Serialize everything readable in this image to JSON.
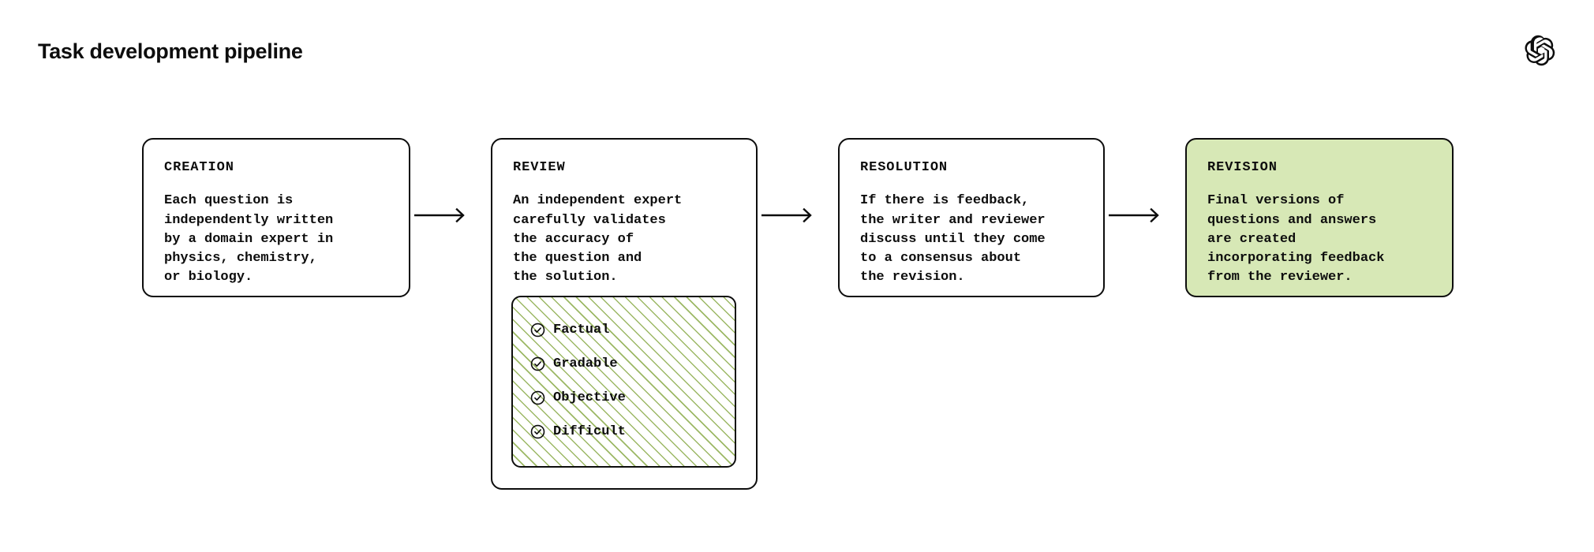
{
  "header": {
    "title": "Task development pipeline",
    "logo_icon": "openai-logo-icon"
  },
  "colors": {
    "ink": "#0d0d0d",
    "background": "#ffffff",
    "accent_green_fill": "#d7e8b6",
    "hatch_green": "#9cb865"
  },
  "pipeline": {
    "stages": [
      {
        "id": "creation",
        "heading": "CREATION",
        "body": "Each question is\nindependently written\nby a domain expert in\nphysics, chemistry,\nor biology.",
        "highlighted": false
      },
      {
        "id": "review",
        "heading": "REVIEW",
        "body": "An independent expert\ncarefully validates\nthe accuracy of\nthe question and\nthe solution.",
        "highlighted": false
      },
      {
        "id": "resolution",
        "heading": "RESOLUTION",
        "body": "If there is feedback,\nthe writer and reviewer\ndiscuss until they come\nto a consensus about\nthe revision.",
        "highlighted": false
      },
      {
        "id": "revision",
        "heading": "REVISION",
        "body": "Final versions of\nquestions and answers\nare created\nincorporating feedback\nfrom the reviewer.",
        "highlighted": true
      }
    ],
    "connectors": [
      {
        "id": "arrow-1",
        "icon": "arrow-right-icon",
        "from": "creation",
        "to": "review"
      },
      {
        "id": "arrow-2",
        "icon": "arrow-right-icon",
        "from": "review",
        "to": "resolution"
      },
      {
        "id": "arrow-3",
        "icon": "arrow-right-icon",
        "from": "resolution",
        "to": "revision"
      }
    ]
  },
  "checklist": {
    "parent_stage": "review",
    "items": [
      {
        "icon": "check-circle-icon",
        "label": "Factual"
      },
      {
        "icon": "check-circle-icon",
        "label": "Gradable"
      },
      {
        "icon": "check-circle-icon",
        "label": "Objective"
      },
      {
        "icon": "check-circle-icon",
        "label": "Difficult"
      }
    ]
  }
}
